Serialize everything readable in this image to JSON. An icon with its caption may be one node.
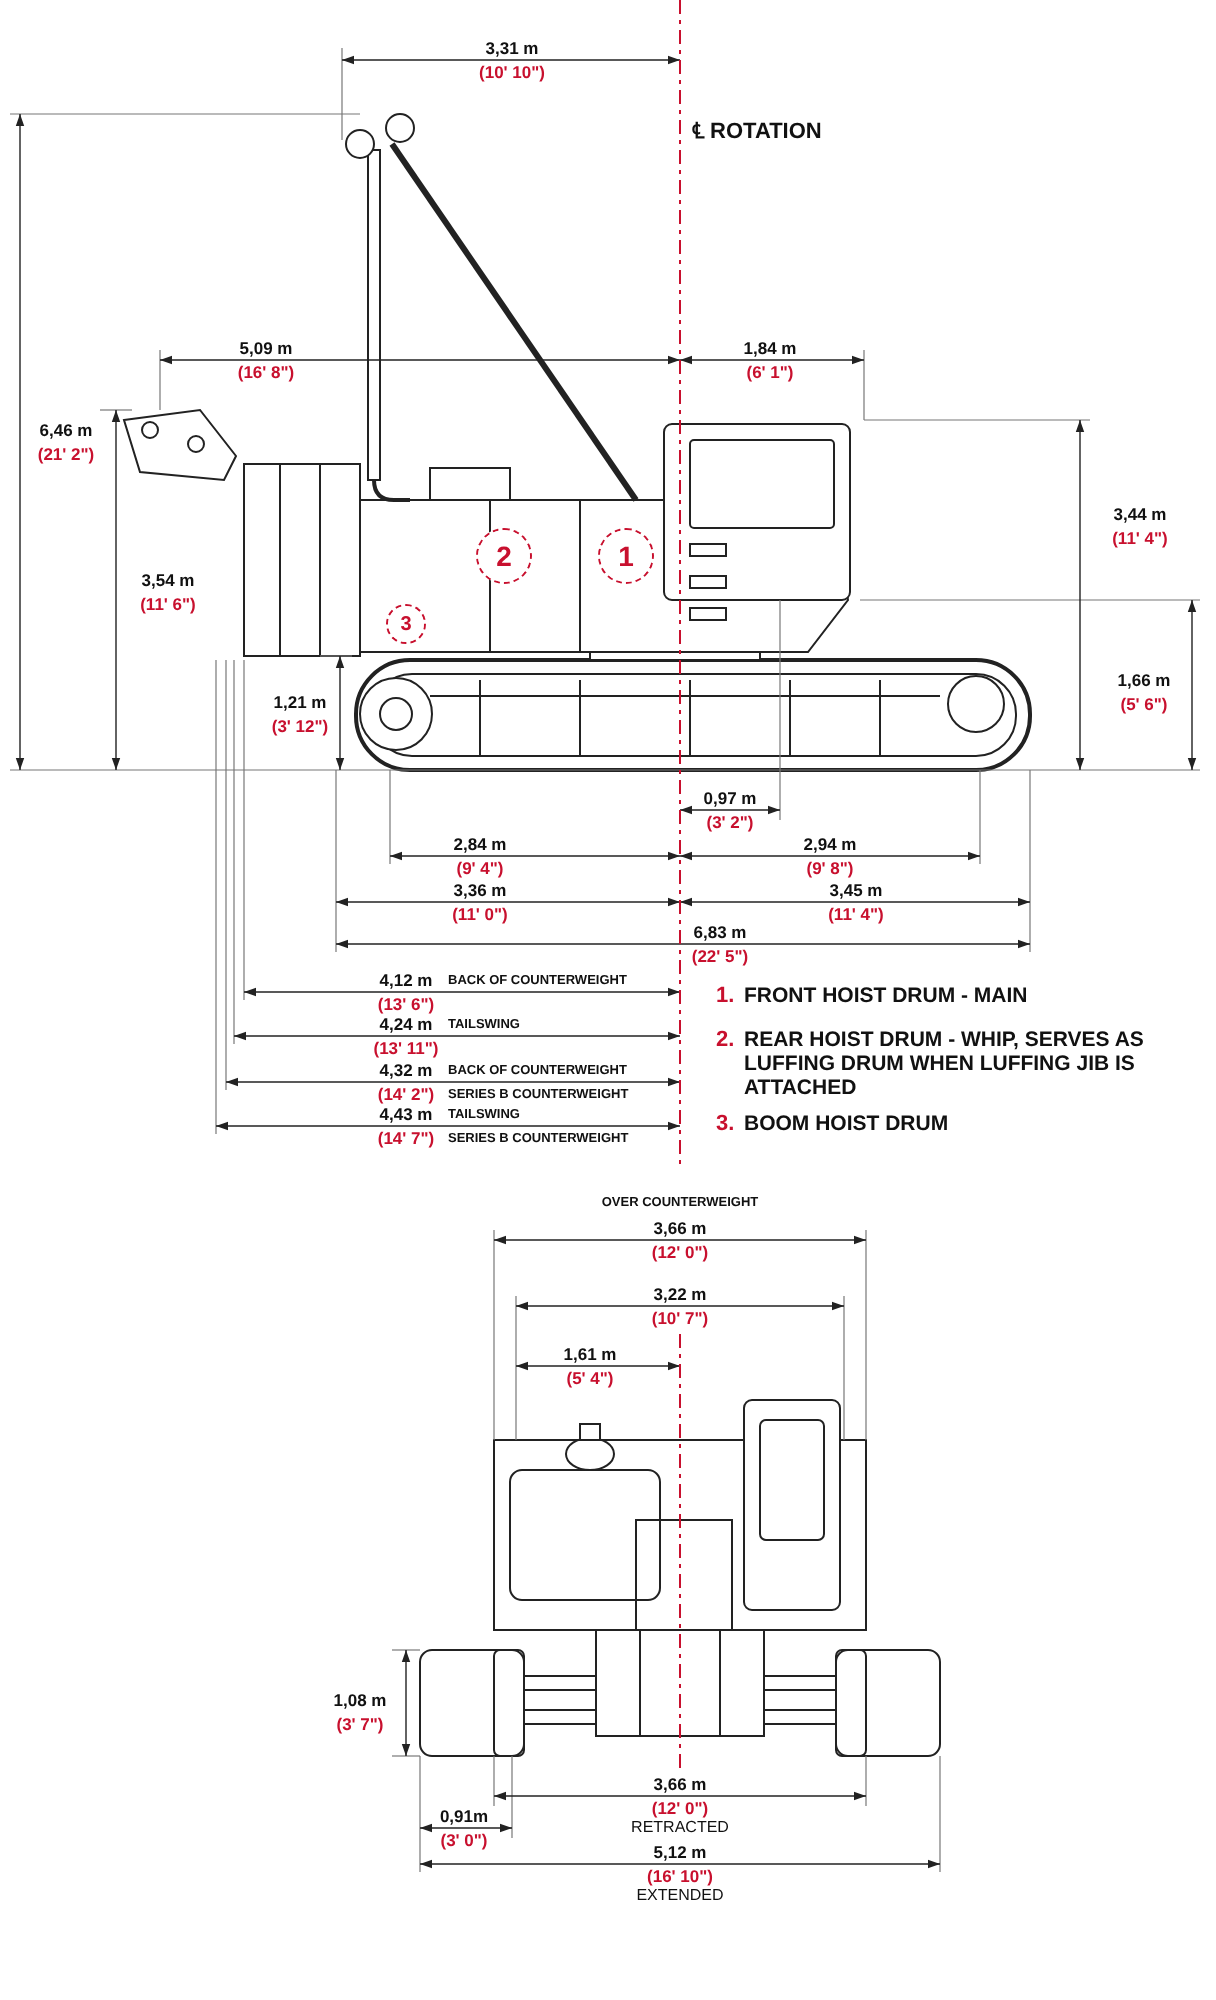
{
  "diagram": {
    "nodes": [
      {
        "text": [
          "2"
        ]
      },
      {
        "text": [
          "1"
        ]
      },
      {
        "text": [
          "3"
        ]
      }
    ],
    "labels": [
      "3,31 m",
      "(10' 10\")",
      "℄ ROTATION",
      "5,09 m",
      "(16' 8\")",
      "1,84 m",
      "(6' 1\")",
      "6,46 m",
      "(21' 2\")",
      "3,44 m",
      "(11' 4\")",
      "3,54 m",
      "(11' 6\")",
      "1,66 m",
      "(5' 6\")",
      "1,21 m",
      "(3' 12\")",
      "0,97 m",
      "(3' 2\")",
      "2,84 m",
      "(9' 4\")",
      "2,94 m",
      "(9' 8\")",
      "3,36 m",
      "(11' 0\")",
      "3,45 m",
      "(11' 4\")",
      "6,83 m",
      "(22' 5\")",
      "4,12 m",
      "BACK OF COUNTERWEIGHT",
      "(13' 6\")",
      "1.",
      "FRONT HOIST DRUM - MAIN",
      "4,24 m",
      "TAILSWING",
      "(13' 11\")",
      "2.",
      "REAR HOIST DRUM - WHIP, SERVES AS LUFFING DRUM WHEN LUFFING JIB IS ATTACHED",
      "4,32 m",
      "BACK OF COUNTERWEIGHT",
      "(14' 2\")",
      "SERIES B COUNTERWEIGHT",
      "3.",
      "BOOM HOIST DRUM",
      "4,43 m",
      "TAILSWING",
      "(14' 7\")",
      "SERIES B COUNTERWEIGHT",
      "OVER COUNTERWEIGHT",
      "3,66 m",
      "(12' 0\")",
      "3,22 m",
      "(10' 7\")",
      "1,61 m",
      "(5' 4\")",
      "1,08 m",
      "(3' 7\")",
      "3,66 m",
      "(12' 0\")",
      "0,91m",
      "(3' 0\")",
      "RETRACTED",
      "5,12 m",
      "(16' 10\")",
      "EXTENDED"
    ]
  }
}
